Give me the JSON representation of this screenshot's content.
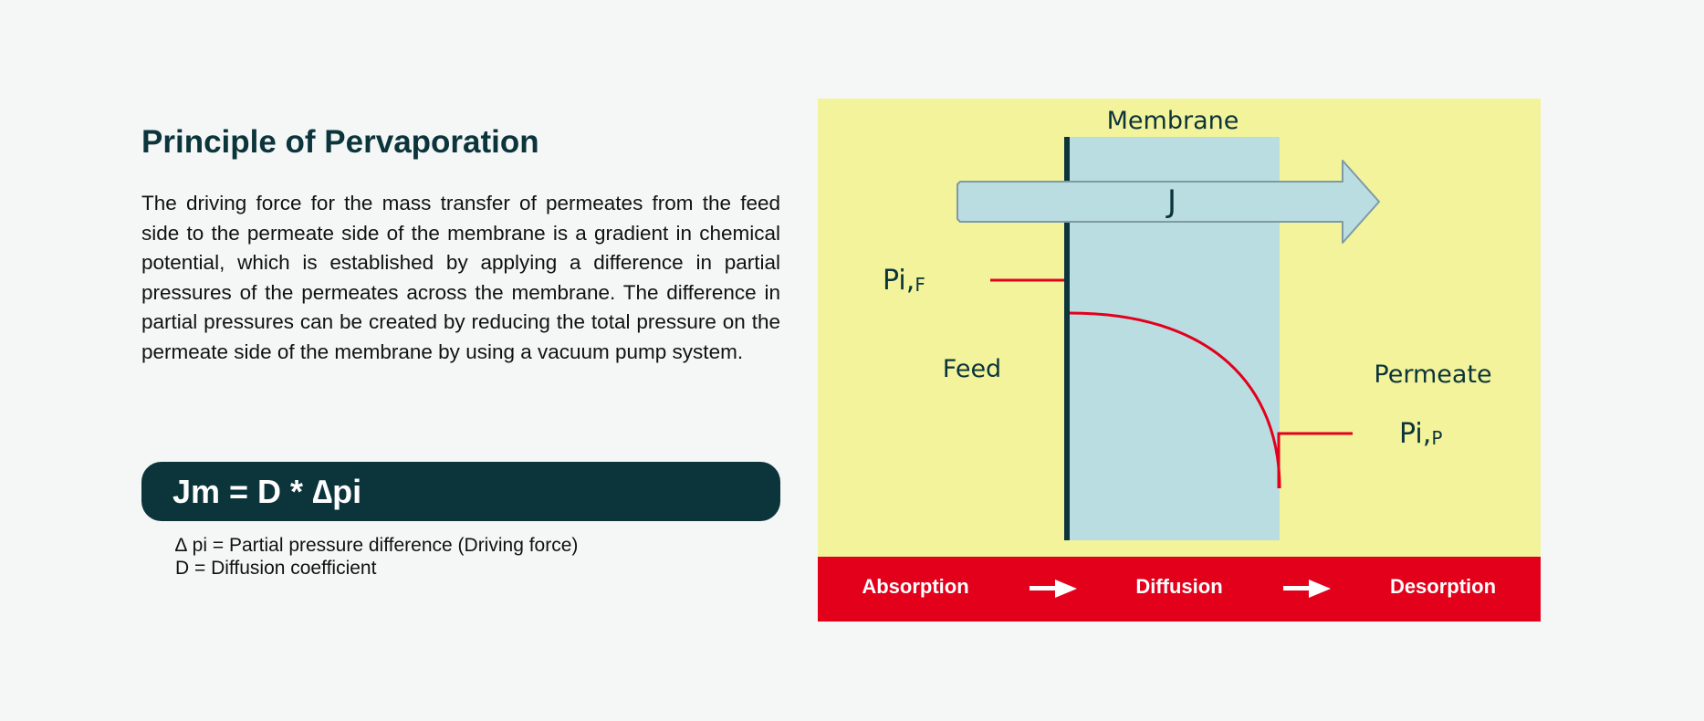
{
  "page": {
    "title": "Principle of Pervaporation",
    "description": "The driving force for the mass transfer of permeates from the feed side to the permeate side of the membrane is a gradient in chemical potential, which is established by applying a difference in partial pressures of the permeates across the membrane. The difference in partial pressures can be created by reducing the total pressure on the permeate side of the membrane by using a vacuum pump system.",
    "formula": "Jm = D * ∆pi",
    "legend": [
      "∆ pi = Partial pressure difference (Driving force)",
      "D = Diffusion coefficient"
    ]
  },
  "diagram": {
    "membrane_label": "Membrane",
    "flux_label": "J",
    "feed_label": "Feed",
    "permeate_label": "Permeate",
    "pi_feed": {
      "main": "Pi,",
      "sub": "F"
    },
    "pi_permeate": {
      "main": "Pi,",
      "sub": "P"
    },
    "steps": [
      "Absorption",
      "Diffusion",
      "Desorption"
    ],
    "colors": {
      "background": "#f3f39c",
      "membrane": "#badde1",
      "membrane_edge": "#0b343b",
      "profile_line": "#e3001b",
      "step_bar": "#e3001b",
      "arrow_fill": "#badde1",
      "arrow_stroke": "#7d9aa6",
      "text": "#0b343b"
    }
  }
}
